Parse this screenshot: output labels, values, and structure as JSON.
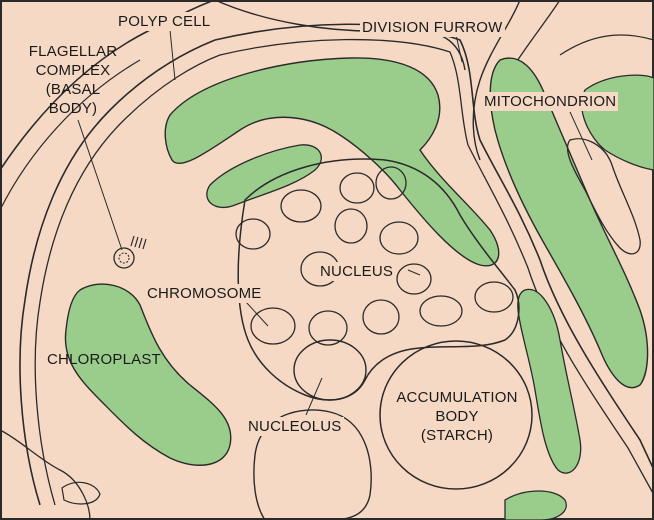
{
  "colors": {
    "background": "#f6d9c4",
    "chloroplast": "#9acd8c",
    "line": "#2a2a2a"
  },
  "labels": {
    "polyp_cell": "POLYP CELL",
    "division_furrow": "DIVISION FURROW",
    "flagellar_complex": [
      "FLAGELLAR",
      "COMPLEX",
      "(BASAL",
      "BODY)"
    ],
    "mitochondrion": "MITOCHONDRION",
    "nucleus": "NUCLEUS",
    "chromosome": "CHROMOSOME",
    "chloroplast": "CHLOROPLAST",
    "accumulation_body": [
      "ACCUMULATION",
      "BODY",
      "(STARCH)"
    ],
    "nucleolus": "NUCLEOLUS"
  }
}
